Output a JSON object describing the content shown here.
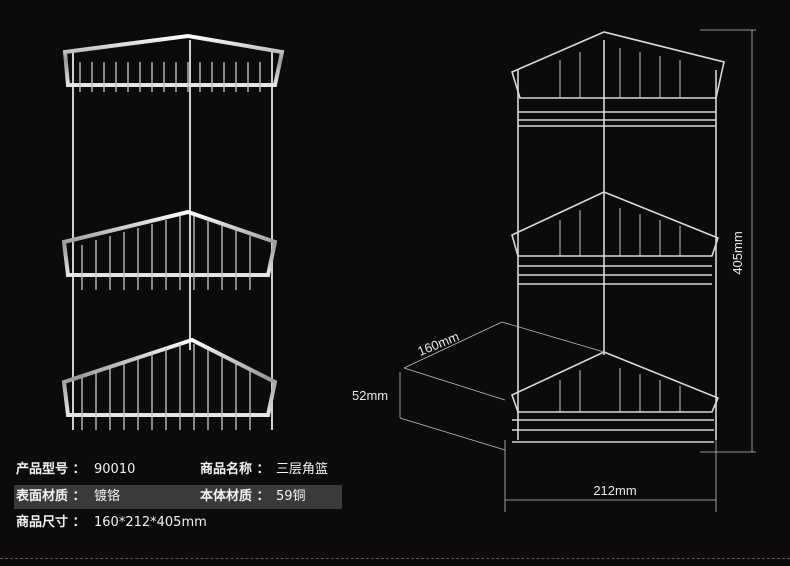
{
  "specs": {
    "model_label": "产品型号 ：",
    "model_value": "90010",
    "name_label": "商品名称 ：",
    "name_value": "三层角篮",
    "surface_label": "表面材质 ：",
    "surface_value": "镀铬",
    "body_label": "本体材质 ：",
    "body_value": "59铜",
    "size_label": "商品尺寸 ：",
    "size_value": "160*212*405mm"
  },
  "dimensions": {
    "height": "405mm",
    "depth": "160mm",
    "tier_height": "52mm",
    "width": "212mm"
  },
  "colors": {
    "background": "#0c0a0a",
    "chrome": "#dcdcdc",
    "line_art": "#d8d8d8",
    "row_shade": "#3a3a3a"
  }
}
